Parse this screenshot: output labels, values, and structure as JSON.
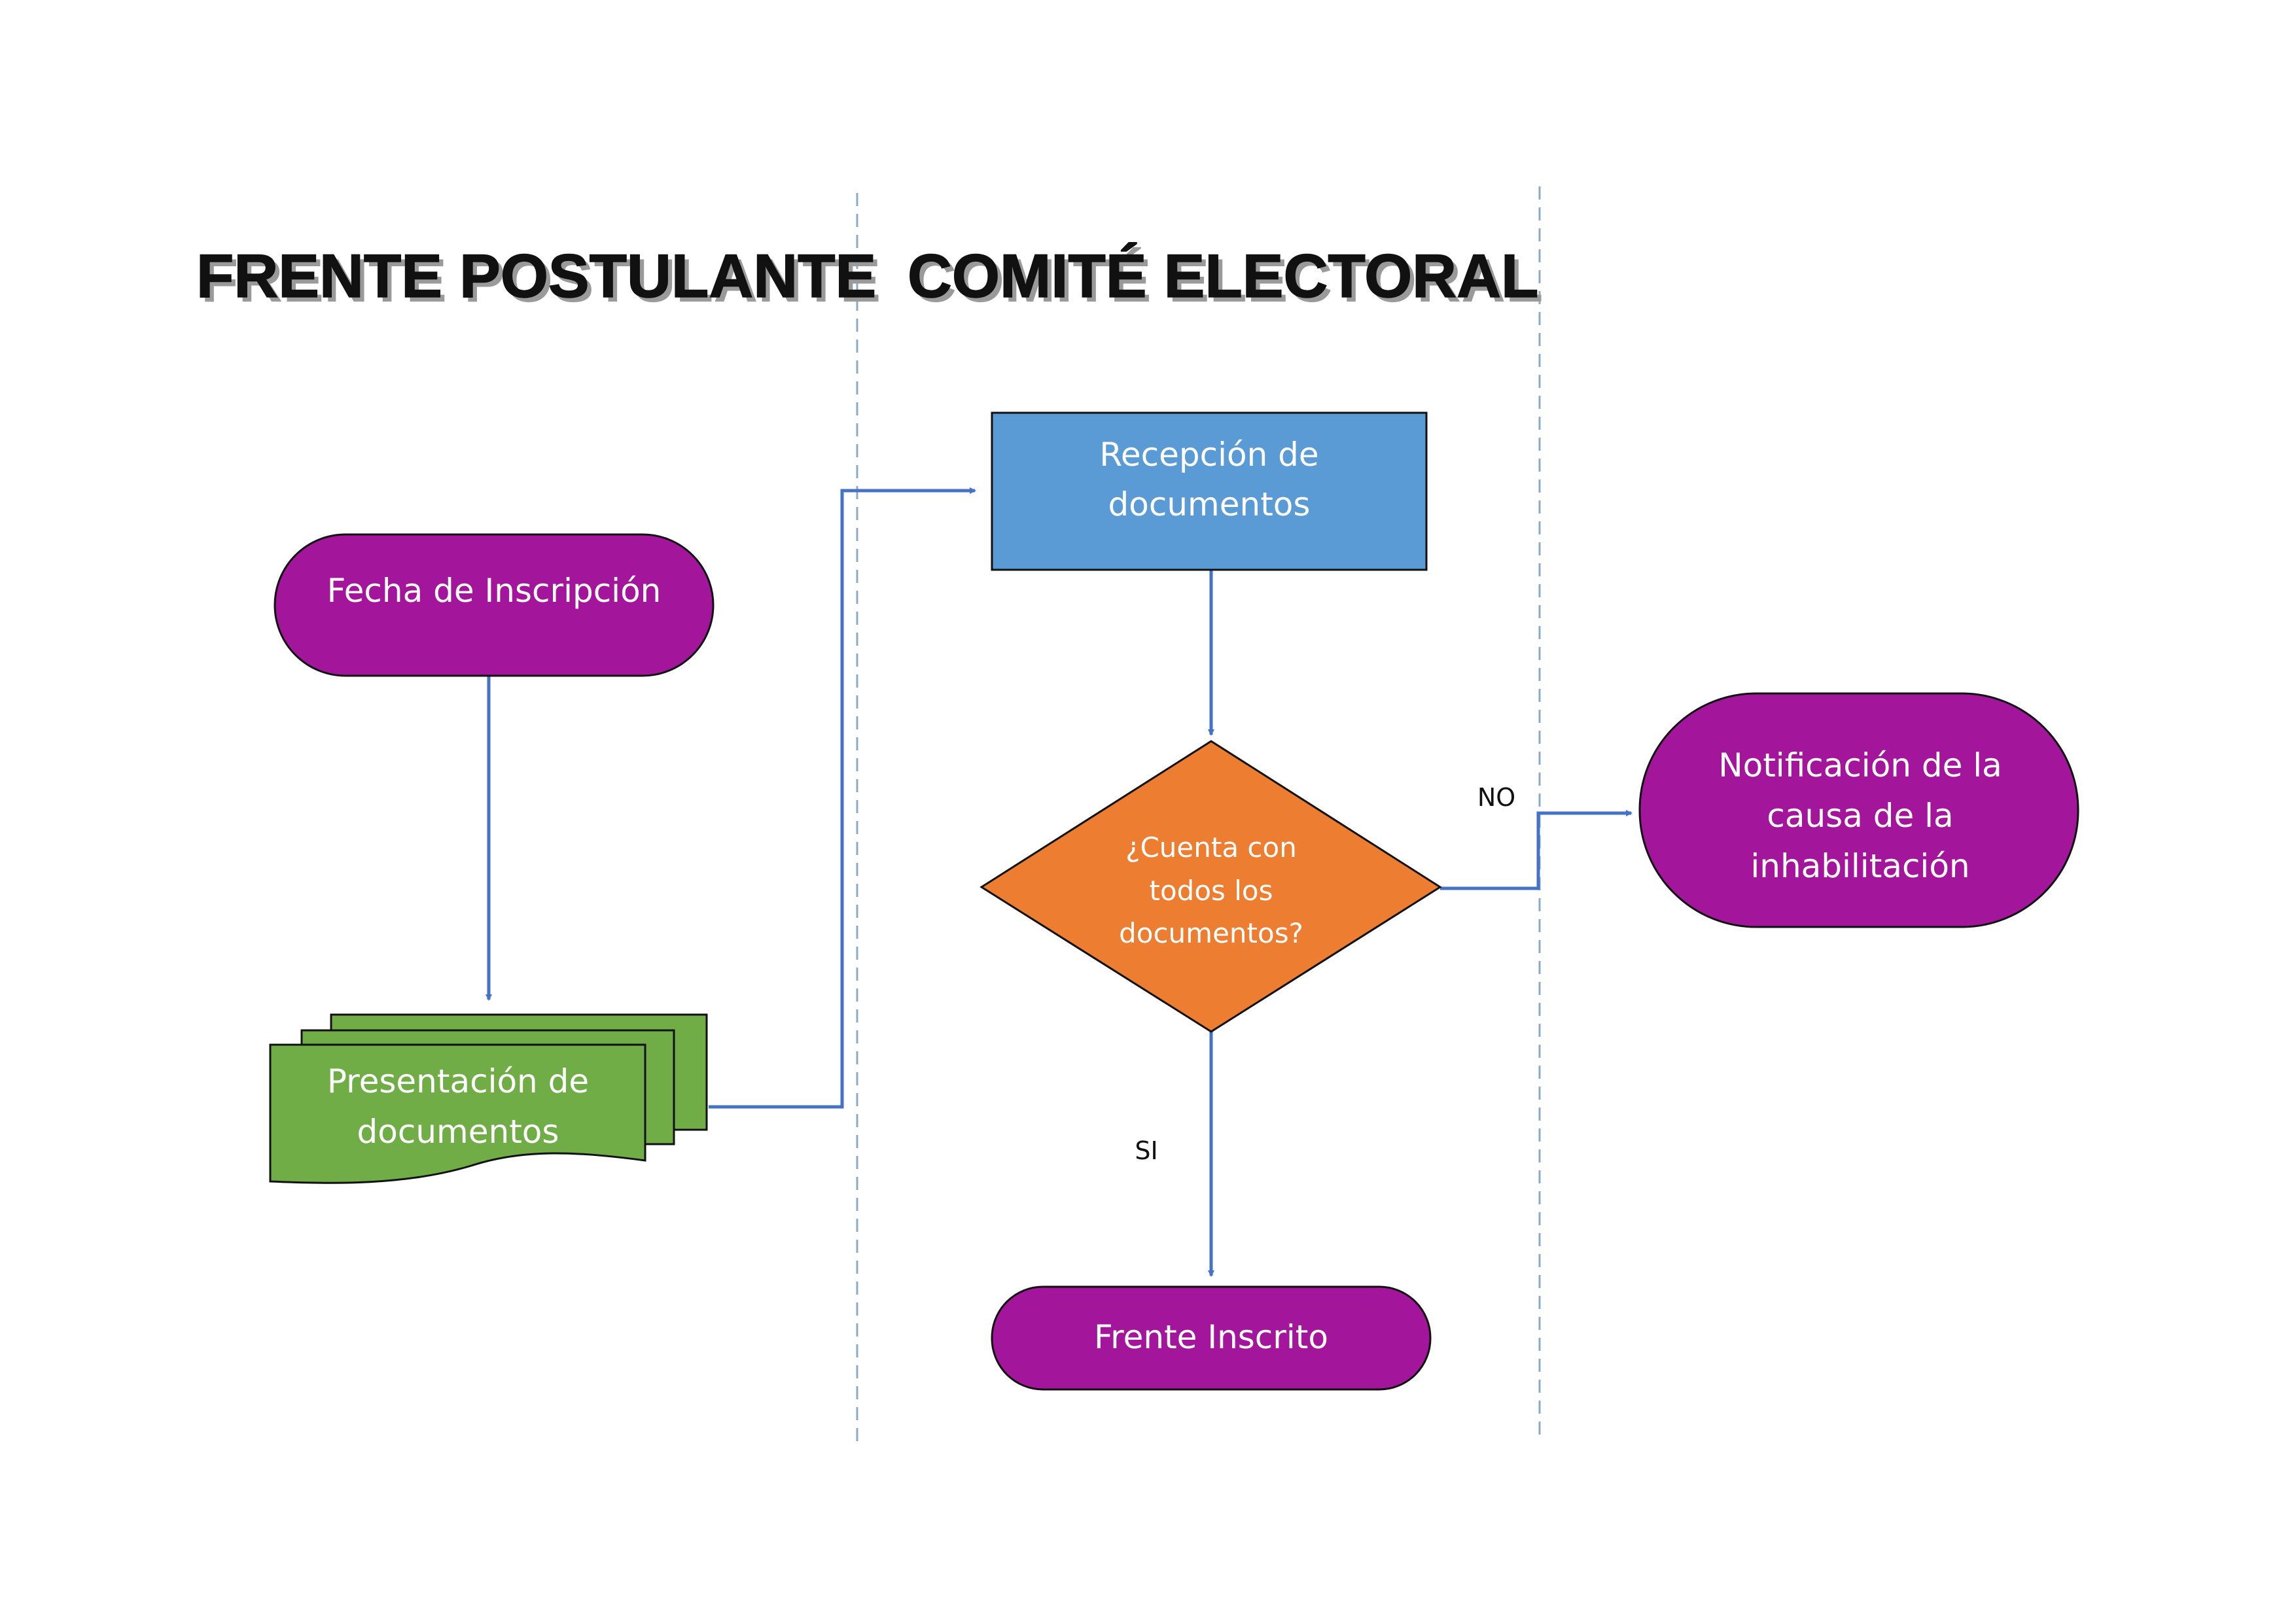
{
  "lanes": {
    "frente_postulante": "FRENTE POSTULANTE",
    "comite_electoral": "COMITÉ ELECTORAL"
  },
  "nodes": {
    "fecha_inscripcion": [
      "Fecha de Inscripción"
    ],
    "presentacion_documentos": [
      "Presentación de",
      "documentos"
    ],
    "recepcion_documentos": [
      "Recepción de",
      "documentos"
    ],
    "decision": [
      "¿Cuenta con",
      "todos los",
      "documentos?"
    ],
    "notificacion": [
      "Notificación de la",
      "causa de la",
      "inhabilitación"
    ],
    "frente_inscrito": [
      "Frente Inscrito"
    ]
  },
  "edge_labels": {
    "no": "NO",
    "si": "SI"
  },
  "colors": {
    "terminal": "#A3169B",
    "document": "#70AD47",
    "process": "#5B9BD5",
    "decision": "#ED7D31",
    "connector": "#4472C4",
    "separator": "#8EA9C8"
  }
}
